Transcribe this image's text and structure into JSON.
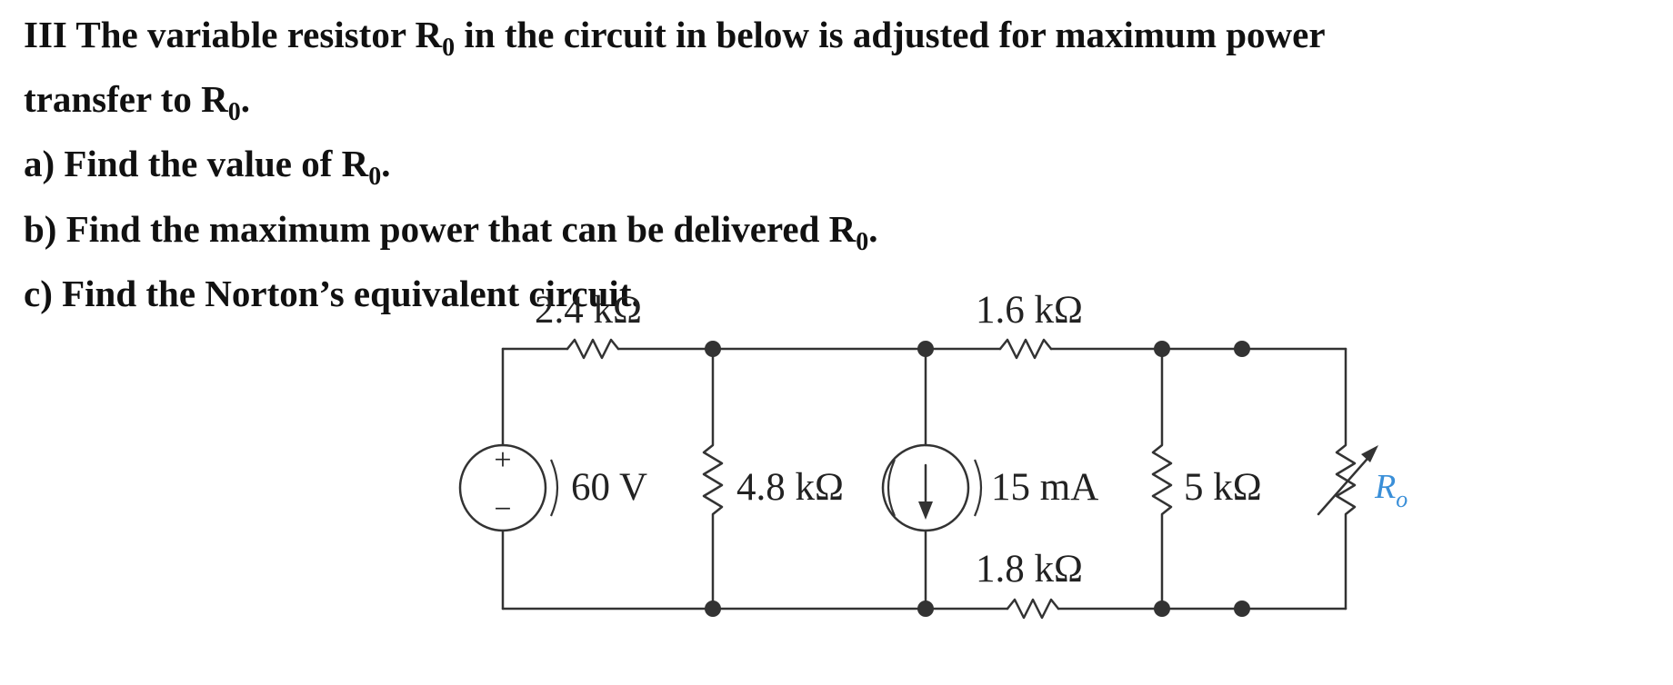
{
  "problem": {
    "line1": "III The variable resistor R",
    "line1_sub": "0",
    "line1_end": " in the circuit in below is adjusted for maximum power",
    "line2": "transfer to R",
    "line2_sub": "0",
    "line2_end": ".",
    "part_a": "a) Find the value of R",
    "part_a_sub": "0",
    "part_a_end": ".",
    "part_b": "b) Find the maximum power that can be delivered R",
    "part_b_sub": "0",
    "part_b_end": ".",
    "part_c": "c) Find the Norton’s equivalent circuit."
  },
  "circuit": {
    "r_top_left": "2.4 kΩ",
    "r_top_mid": "1.6 kΩ",
    "voltage_source": "60 V",
    "r_shunt_1": "4.8 kΩ",
    "current_source": "15 mA",
    "r_shunt_2": "5 kΩ",
    "r_bottom_mid": "1.8 kΩ",
    "load_resistor": "R",
    "load_resistor_sub": "o",
    "source_plus": "+",
    "source_minus": "−",
    "load_color": "#3a8fd8"
  }
}
